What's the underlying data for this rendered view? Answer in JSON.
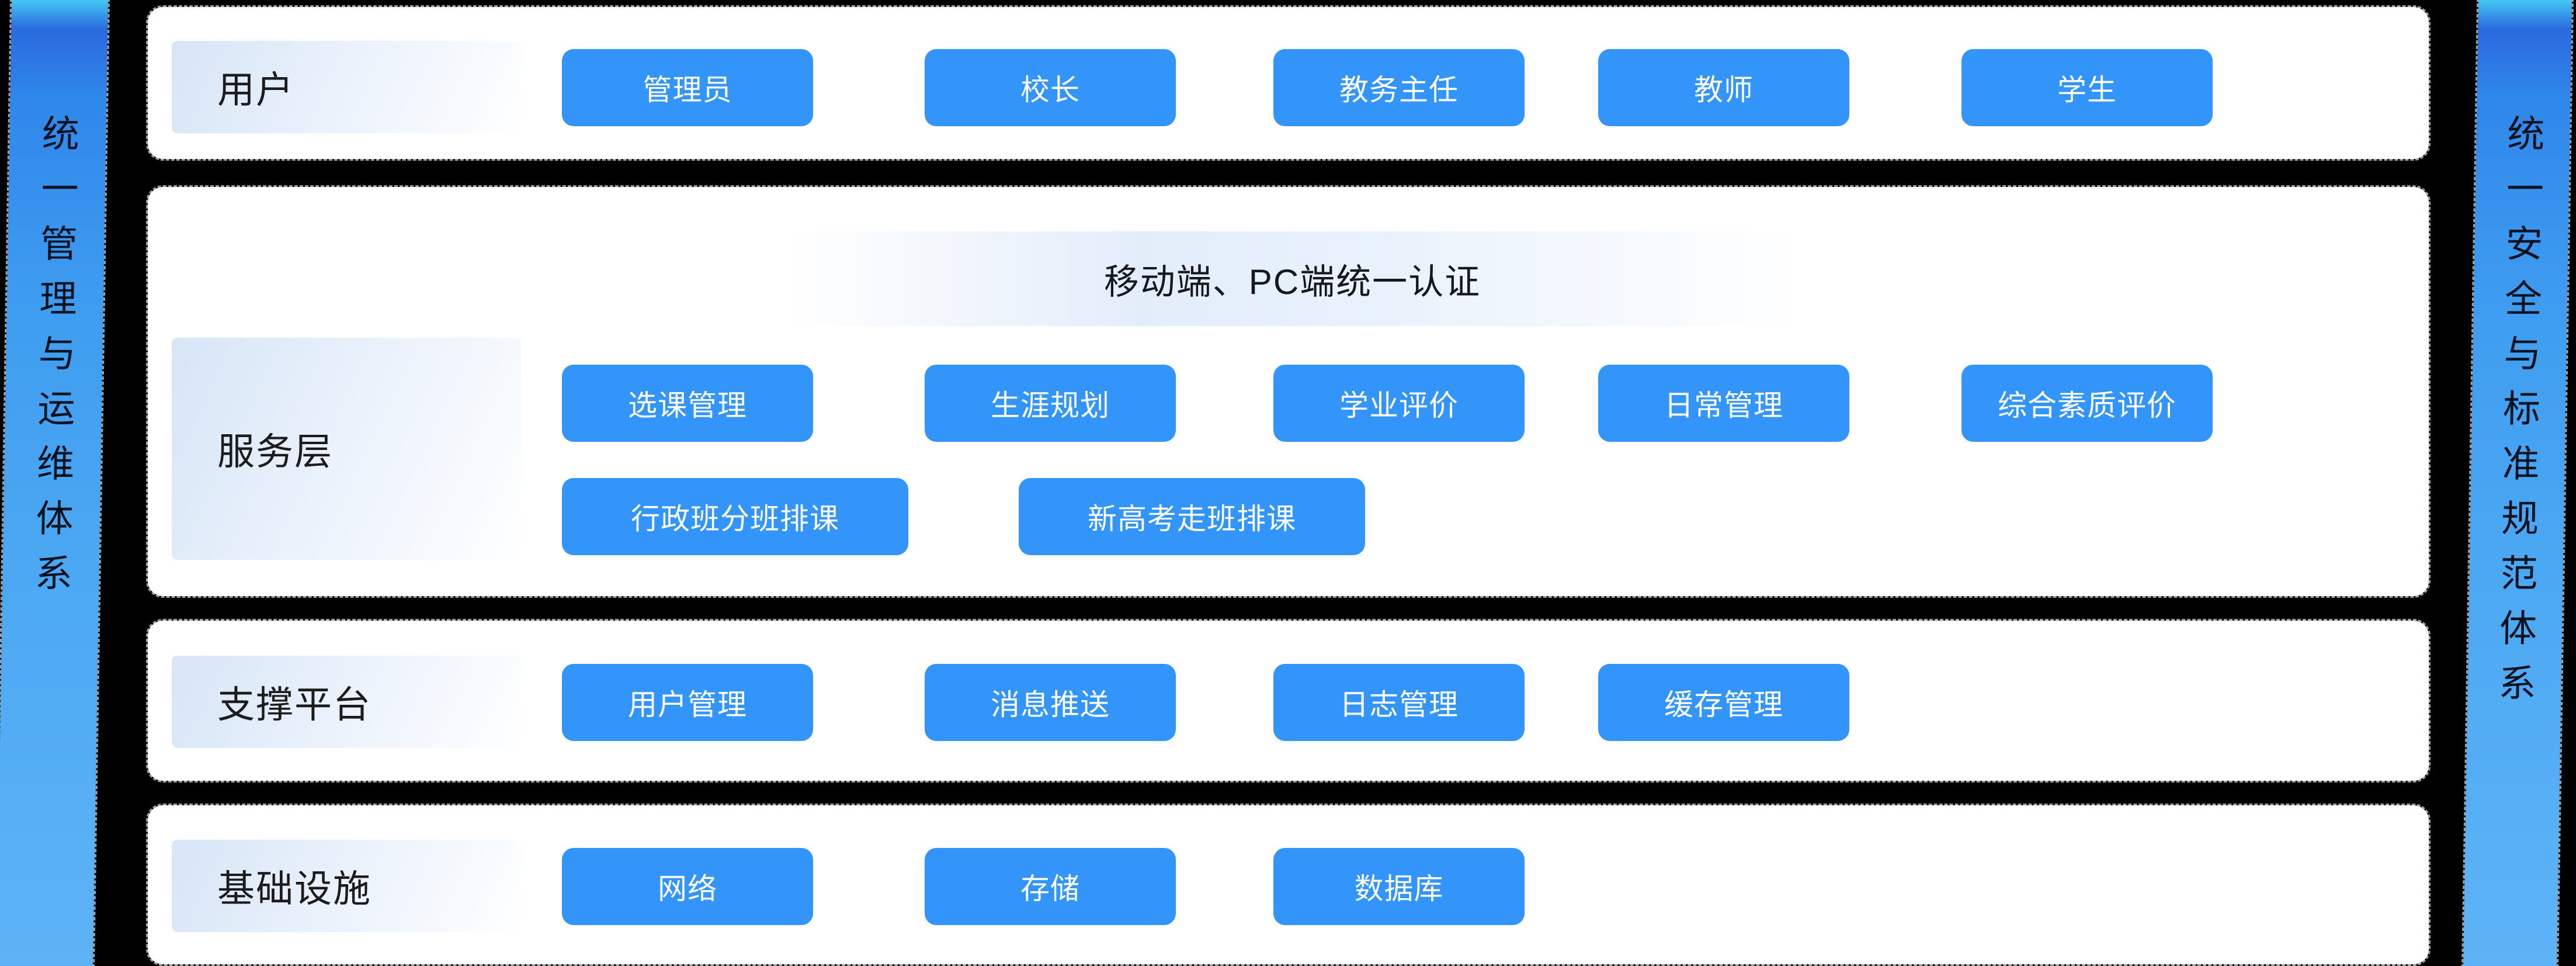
{
  "colors": {
    "background": "#000000",
    "card-bg": "#ffffff",
    "card-dash": "#9ba1a8",
    "chip-blue": "#3394f9",
    "chip-text": "#ffffff",
    "label-text": "#1c1c1c",
    "banner-text": "#15181c",
    "ribbon-text": "#0b1220",
    "ribbon-top": "#2a6ade",
    "ribbon-mid": "#3f9df0",
    "ribbon-bottom": "#5eb3f6"
  },
  "ribbons": {
    "left": {
      "text": "统一管理与运维体系"
    },
    "right": {
      "text": "统一安全与标准规范体系"
    }
  },
  "layers": [
    {
      "label": "用户",
      "chips": [
        "管理员",
        "校长",
        "教务主任",
        "教师",
        "学生"
      ]
    },
    {
      "label": "服务层",
      "banner": "移动端、PC端统一认证",
      "chips": [
        "选课管理",
        "生涯规划",
        "学业评价",
        "日常管理",
        "综合素质评价"
      ],
      "chips_row2": [
        "行政班分班排课",
        "新高考走班排课"
      ]
    },
    {
      "label": "支撑平台",
      "chips": [
        "用户管理",
        "消息推送",
        "日志管理",
        "缓存管理"
      ]
    },
    {
      "label": "基础设施",
      "chips": [
        "网络",
        "存储",
        "数据库"
      ]
    }
  ]
}
